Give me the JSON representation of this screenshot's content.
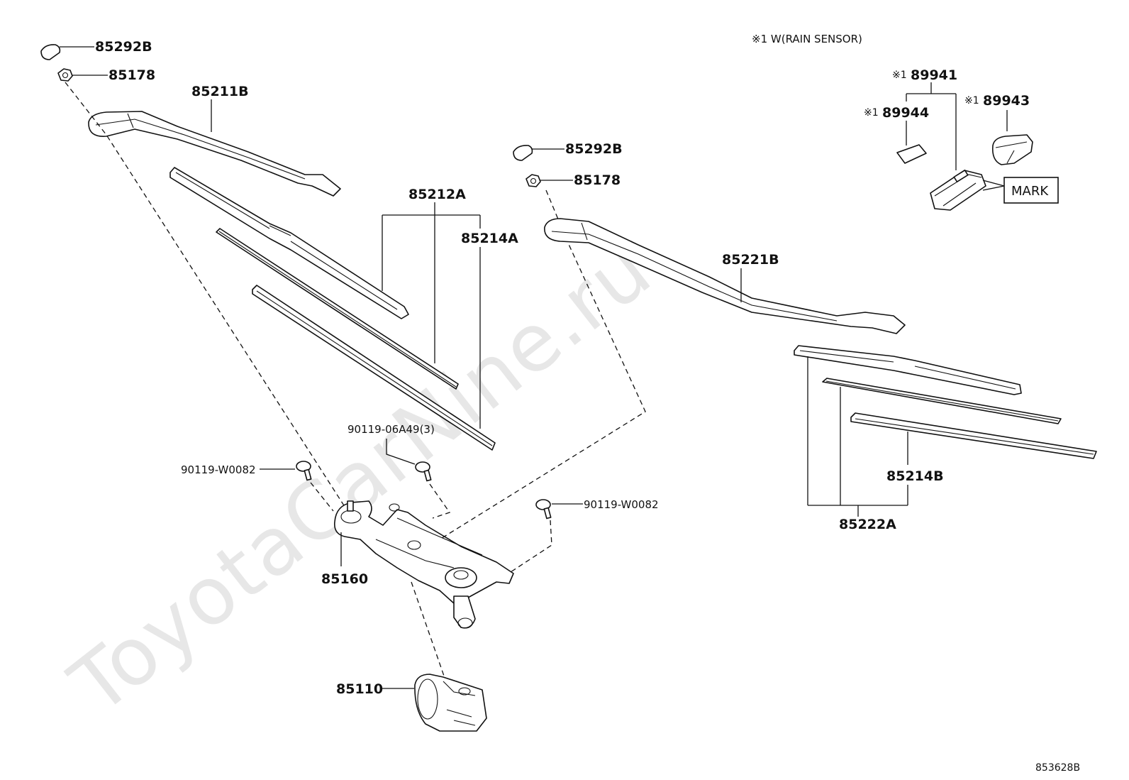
{
  "watermark": "ToyotaCarNine.ru",
  "note": "※1 W(RAIN SENSOR)",
  "labels": {
    "cap_left": "85292B",
    "nut_left": "85178",
    "arm_left": "85211B",
    "blade_left_group": "85212A",
    "rubber_left": "85214A",
    "bolt_center": "90119-06A49(3)",
    "bolt_left": "90119-W0082",
    "bolt_right": "90119-W0082",
    "link_assy": "85160",
    "motor": "85110",
    "cap_right": "85292B",
    "nut_right": "85178",
    "arm_right": "85221B",
    "rubber_right": "85214B",
    "blade_right_group": "85222A",
    "sensor_group": "89941",
    "sensor_tape": "89944",
    "sensor_cover": "89943",
    "sensor_mark": "MARK",
    "sensor_prefix": "※1"
  },
  "diagram_number": "853628B"
}
